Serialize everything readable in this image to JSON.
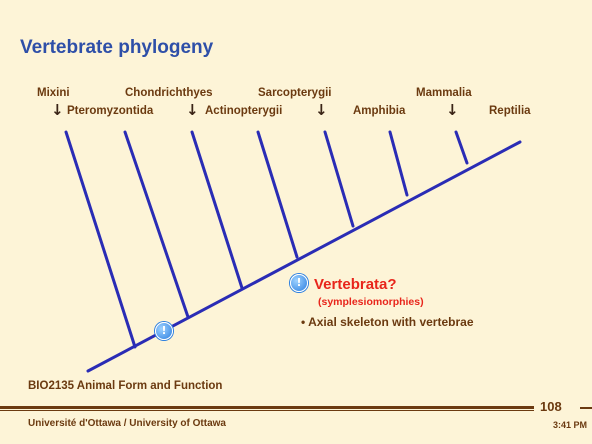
{
  "slide": {
    "title": "Vertebrate phylogeny",
    "taxa": {
      "mixini": "Mixini",
      "pteromyzontida": "Pteromyzontida",
      "chondrichthyes": "Chondrichthyes",
      "actinopterygii": "Actinopterygii",
      "sarcopterygii": "Sarcopterygii",
      "amphibia": "Amphibia",
      "mammalia": "Mammalia",
      "reptilia": "Reptilia"
    },
    "arrow_glyph": "↓",
    "info_glyph": "!",
    "node": {
      "title": "Vertebrata?",
      "subtitle": "(symplesiomorphies)",
      "bullet": "• Axial skeleton with vertebrae"
    },
    "course": "BIO2135 Animal Form and Function",
    "slide_number": "108",
    "university": "Université d'Ottawa / University of Ottawa",
    "time": "3:41 PM"
  },
  "colors": {
    "background": "#fdf4d7",
    "title": "#2e4fa8",
    "tree_lines": "#2a2cb5",
    "labels": "#6b3a10",
    "highlight": "#e8251b",
    "info_icon": "#2a7ee0"
  }
}
